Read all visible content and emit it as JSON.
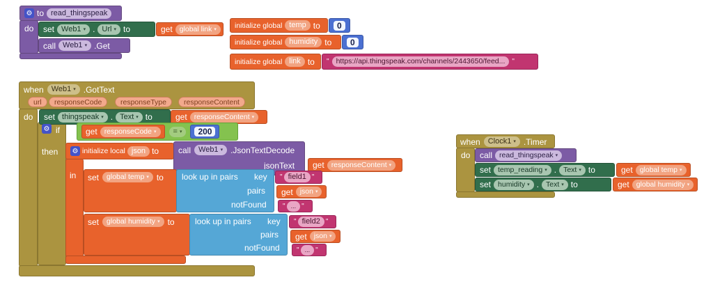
{
  "ui": {
    "caret": "▾",
    "gear": "⚙",
    "quote": "\"",
    "dot": "."
  },
  "kw": {
    "to": "to",
    "do": "do",
    "set": "set",
    "get": "get",
    "call": "call",
    "when": "when",
    "if": "if",
    "then": "then",
    "in": "in"
  },
  "proc": {
    "name": "read_thingspeak",
    "set_component": "Web1",
    "set_property": "Url",
    "get_var": "global link",
    "call_component": "Web1",
    "call_method": ".Get"
  },
  "globals": {
    "label": "initialize global",
    "items": [
      {
        "name": "temp",
        "value": "0"
      },
      {
        "name": "humidity",
        "value": "0"
      },
      {
        "name": "link",
        "value": "https://api.thingspeak.com/channels/2443650/feed..."
      }
    ]
  },
  "gottext": {
    "component": "Web1",
    "event": ".GotText",
    "params": [
      "url",
      "responseCode",
      "responseType",
      "responseContent"
    ],
    "set_component": "thingspeak",
    "set_property": "Text",
    "set_value_var": "responseContent",
    "cond_var": "responseCode",
    "op": "=",
    "cond_value": "200",
    "init_local_label": "initialize local",
    "local_name": "json",
    "decode_component": "Web1",
    "decode_method": ".JsonTextDecode",
    "decode_arg": "jsonText",
    "decode_arg_var": "responseContent",
    "lookup_label": "look up in pairs",
    "key_label": "key",
    "pairs_label": "pairs",
    "notfound_label": "notFound",
    "lookups": [
      {
        "var": "global temp",
        "key": "field1",
        "pairs_get": "get",
        "pairs_var": "json",
        "notfound": "..."
      },
      {
        "var": "global humidity",
        "key": "field2",
        "pairs_get": "get",
        "pairs_var": "json",
        "notfound": "..."
      }
    ]
  },
  "timer": {
    "component": "Clock1",
    "event": ".Timer",
    "call_proc": "read_thingspeak",
    "sets": [
      {
        "component": "temp_reading",
        "property": "Text",
        "get_var": "global temp"
      },
      {
        "component": "humidity",
        "property": "Text",
        "get_var": "global humidity"
      }
    ]
  }
}
